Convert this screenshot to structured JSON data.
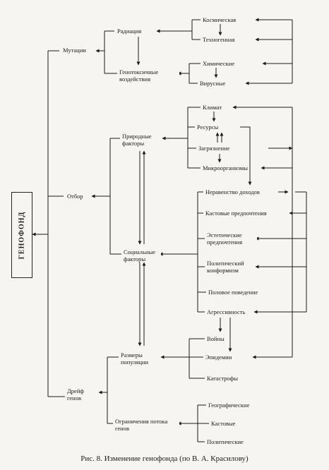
{
  "root": "ГЕНОФОНД",
  "level1": {
    "mutations": "Мутации",
    "selection": "Отбор",
    "drift": "Дрейф генов"
  },
  "mutations": {
    "radiation": "Радиация",
    "genotoxic": "Генотоксичные воздействия",
    "cosmic": "Космическая",
    "technogenic": "Техногенная",
    "chemical": "Химические",
    "viral": "Вирусные"
  },
  "selection": {
    "natural": "Природные факторы",
    "social": "Социальные факторы",
    "climate": "Климат",
    "resources": "Ресурсы",
    "pollution": "Загрязнение",
    "microorganisms": "Микроорганизмы",
    "income": "Неравенство доходов",
    "caste_pref": "Кастовые предпочтения",
    "aesthetic": "Эстетические предпочтения",
    "political": "Политический конформизм",
    "sexual": "Половое поведение",
    "aggression": "Агрессивность"
  },
  "drift": {
    "population_size": "Размеры популяции",
    "gene_flow_limits": "Ограничения потока генов",
    "wars": "Войны",
    "epidemics": "Эпидемии",
    "catastrophes": "Катастрофы",
    "geographic": "Географические",
    "caste": "Кастовые",
    "political": "Политические"
  },
  "caption": "Рис. 8.  Изменение генофонда (по В. А. Красилову)"
}
